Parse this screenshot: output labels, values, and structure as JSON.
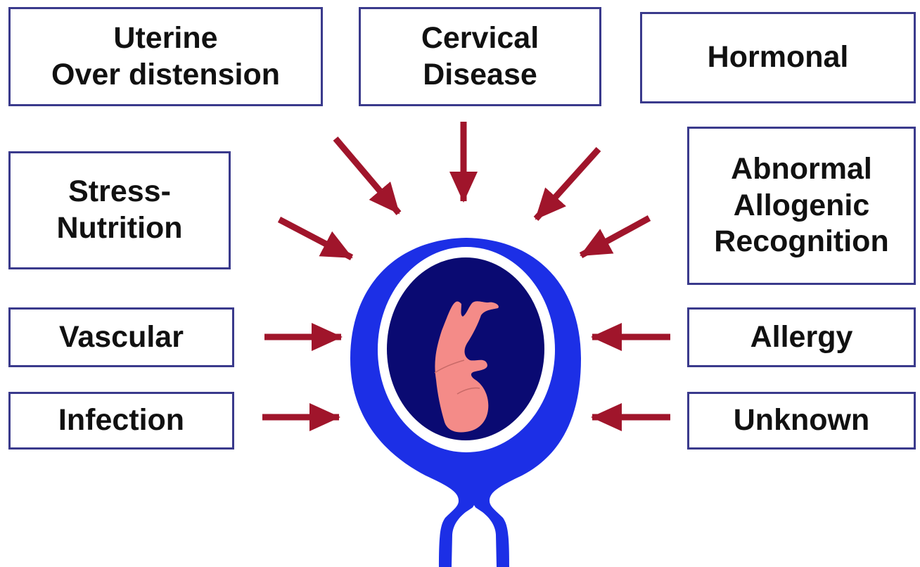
{
  "diagram": {
    "causes": {
      "uterine": [
        "Uterine",
        "Over distension"
      ],
      "cervical": [
        "Cervical",
        "Disease"
      ],
      "hormonal": [
        "Hormonal"
      ],
      "stress": [
        "Stress-",
        "Nutrition"
      ],
      "allogenic": [
        "Abnormal",
        "Allogenic",
        "Recognition"
      ],
      "vascular": [
        "Vascular"
      ],
      "allergy": [
        "Allergy"
      ],
      "infection": [
        "Infection"
      ],
      "unknown": [
        "Unknown"
      ]
    },
    "colors": {
      "box_border": "#3a3a8c",
      "arrow": "#a0152b",
      "uterus_wall": "#1c2fe6",
      "amniotic_sac": "#0a0a72",
      "fetus": "#f48b88"
    },
    "icons": {
      "uterus": "uterus-icon",
      "fetus": "fetus-icon",
      "arrow": "arrow-icon"
    }
  }
}
